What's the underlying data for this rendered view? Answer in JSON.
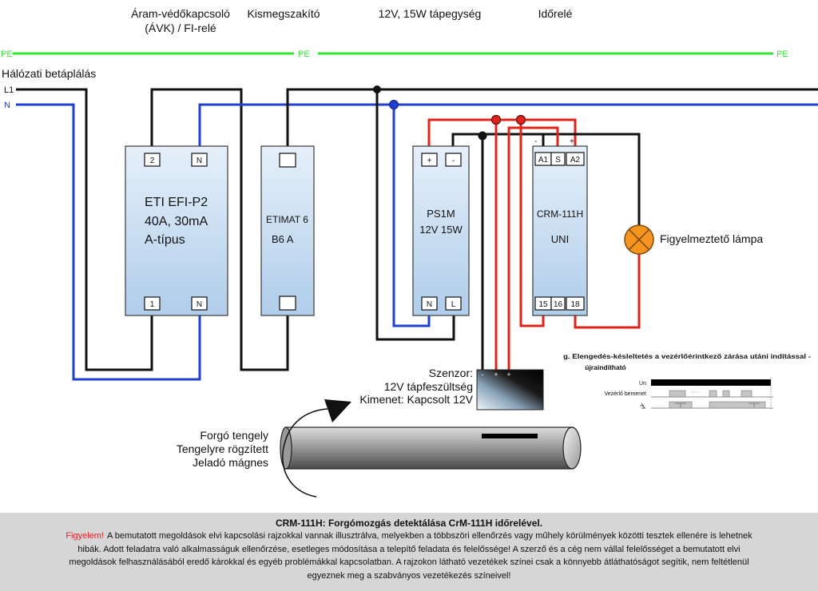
{
  "titles": {
    "rcd_line1": "Áram-védőkapcsoló",
    "rcd_line2": "(ÁVK) / FI-relé",
    "mcb": "Kismegszakító",
    "psu": "12V, 15W tápegység",
    "timer": "Időrelé"
  },
  "pe": {
    "left": "PE",
    "middle": "PE",
    "right": "PE"
  },
  "supply": {
    "title": "Hálózati betáplálás",
    "l1": "L1",
    "n": "N"
  },
  "rcd": {
    "line1": "ETI EFI-P2",
    "line2": "40A, 30mA",
    "line3": "A-típus",
    "t_top_left": "2",
    "t_top_right": "N",
    "t_bottom_left": "1",
    "t_bottom_right": "N"
  },
  "mcb": {
    "line1": "ETIMAT 6",
    "line2": "B6 A"
  },
  "psu": {
    "line1": "PS1M",
    "line2": "12V 15W",
    "t_plus": "+",
    "t_minus": "-",
    "t_n": "N",
    "t_l": "L"
  },
  "relay": {
    "line1": "CRM-111H",
    "line2": "UNI",
    "t_a1": "A1",
    "t_s": "S",
    "t_a2": "A2",
    "t_15": "15",
    "t_16": "16",
    "t_18": "18",
    "polarity_minus": "-",
    "polarity_plus": "+"
  },
  "lamp": {
    "label": "Figyelmeztető lámpa",
    "icon": "lamp-icon"
  },
  "sensor": {
    "title": "Szenzor:",
    "line2": "12V tápfeszültség",
    "line3": "Kimenet: Kapcsolt 12V",
    "pin_minus": "-",
    "pin_plus_supply": "+",
    "pin_plus_output": "+"
  },
  "shaft": {
    "line1": "Forgó tengely",
    "line2": "Tengelyre rögzített",
    "line3": "Jeladó mágnes",
    "icon": "rotation-arrow-icon"
  },
  "timing": {
    "title_line1": "g. Elengedés-késleltetés a vezérlőérintkező zárása utáni indítással -",
    "title_line2": "újraindítható",
    "row_supply": "Un",
    "row_control": "Vezérlő bemenet",
    "row_output_icon": "relay-contact-icon"
  },
  "colors": {
    "pe": "#33e633",
    "phase": "#111111",
    "neutral": "#1f3fd1",
    "dc_positive": "#e0241b",
    "device": "#c6dcf1",
    "lamp": "#f7941d",
    "footer_bg": "#d6d6d6",
    "warning": "#e3262b"
  },
  "footer": {
    "title": "CRM-111H: Forgómozgás detektálása CrM-111H időrelével.",
    "warning_label": "Figyelem!",
    "lines": [
      "A bemutatott megoldások elvi kapcsolási rajzokkal vannak illusztrálva, melyekben a többszöri ellenőrzés vagy műhely körülmények közötti tesztek ellenére is lehetnek",
      "hibák. Adott feladatra való alkalmasságuk ellenőrzése, esetleges módosítása a telepítő feladata és felelőssége! A szerző és a cég nem vállal felelősséget a bemutatott elvi",
      "megoldások felhasználásából eredő károkkal és egyéb problémákkal kapcsolatban. A rajzokon látható vezetékek színei csak a könnyebb átláthatóságot segítik, nem feltétlenül",
      "egyeznek meg a szabványos vezetékezés színeivel!"
    ]
  }
}
